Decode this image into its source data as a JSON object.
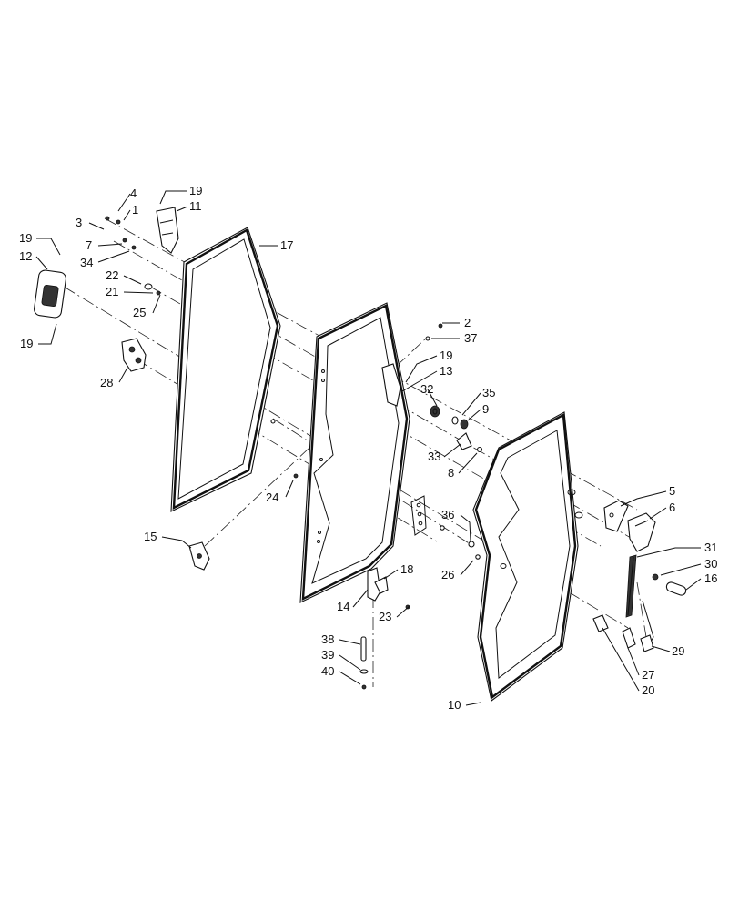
{
  "callouts": {
    "c4": "4",
    "c1": "1",
    "c19a": "19",
    "c11": "11",
    "c3": "3",
    "c7": "7",
    "c34": "34",
    "c17": "17",
    "c19b": "19",
    "c12": "12",
    "c22": "22",
    "c21": "21",
    "c25": "25",
    "c19c": "19",
    "c28": "28",
    "c2": "2",
    "c37": "37",
    "c19d": "19",
    "c13": "13",
    "c32": "32",
    "c35": "35",
    "c9": "9",
    "c33": "33",
    "c8": "8",
    "c24": "24",
    "c15": "15",
    "c5": "5",
    "c6": "6",
    "c36": "36",
    "c26": "26",
    "c31": "31",
    "c30": "30",
    "c16": "16",
    "c18": "18",
    "c14": "14",
    "c23": "23",
    "c38": "38",
    "c39": "39",
    "c40": "40",
    "c29": "29",
    "c27": "27",
    "c20": "20",
    "c10": "10"
  }
}
